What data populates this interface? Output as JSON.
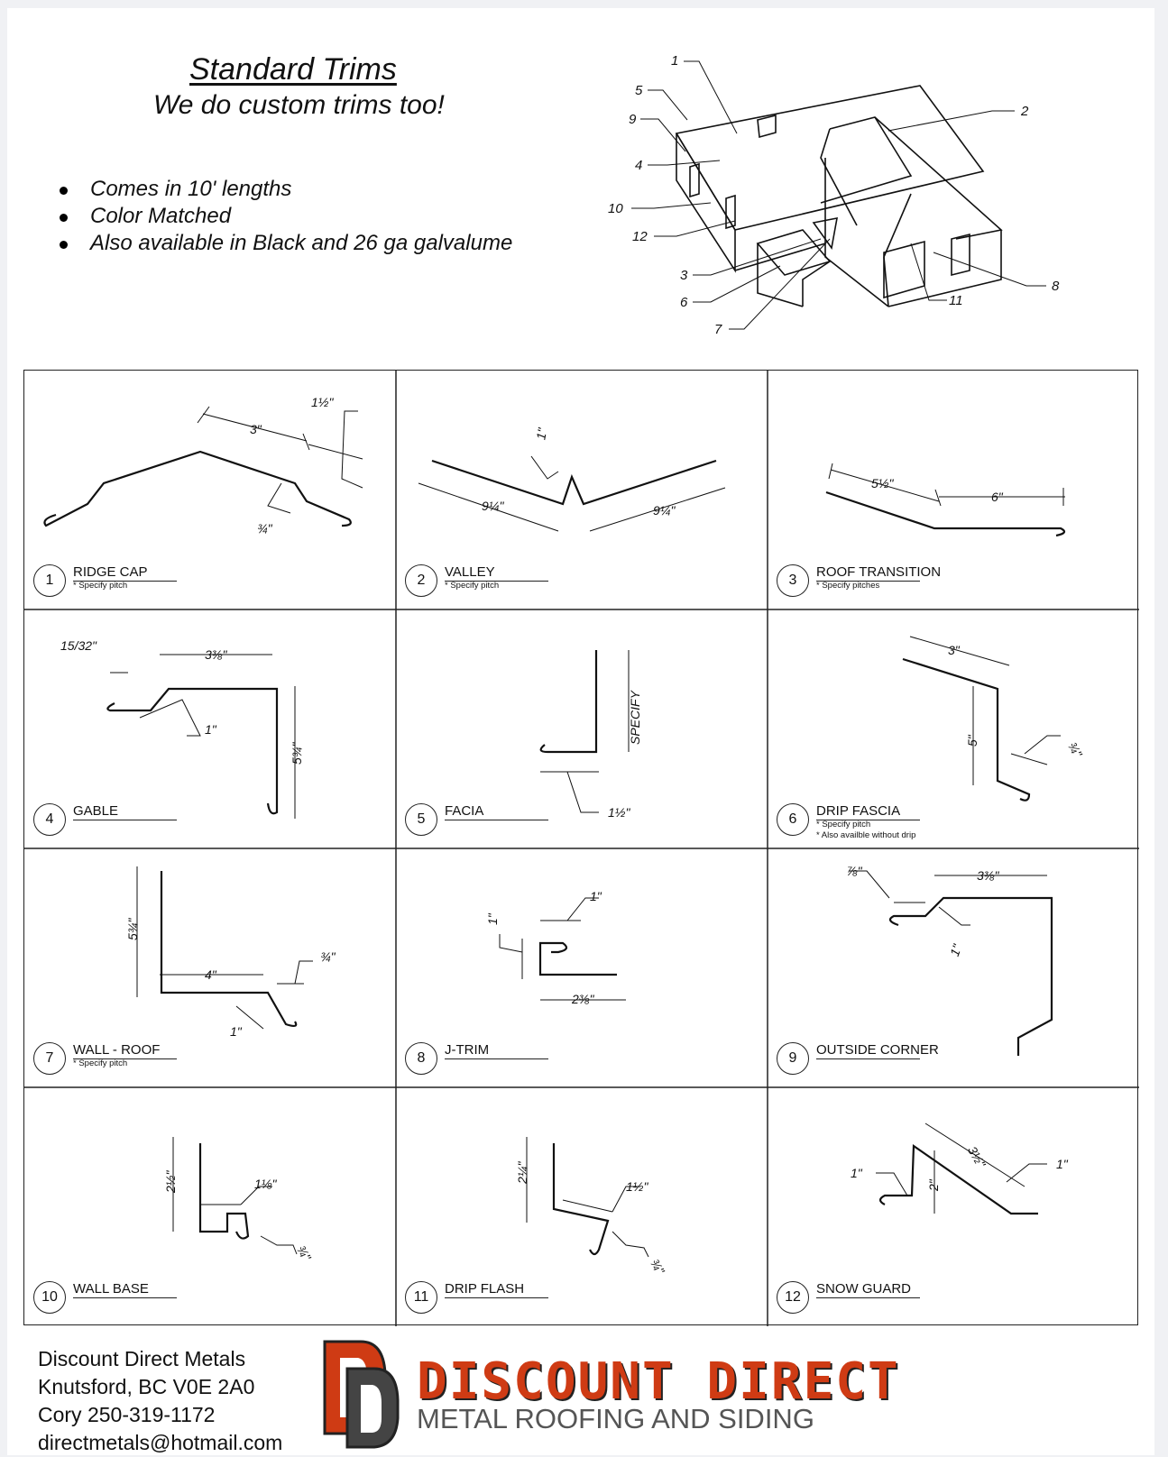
{
  "header": {
    "title": "Standard Trims",
    "subtitle": "We do custom trims too!",
    "bullets": [
      "Comes in 10' lengths",
      "Color Matched",
      "Also available in Black and 26 ga galvalume"
    ]
  },
  "house_diagram": {
    "callouts": [
      "1",
      "5",
      "9",
      "4",
      "10",
      "12",
      "3",
      "6",
      "7",
      "2",
      "8",
      "11"
    ]
  },
  "trims": [
    {
      "number": "1",
      "name": "RIDGE CAP",
      "notes": [
        "* Specify pitch"
      ]
    },
    {
      "number": "2",
      "name": "VALLEY",
      "notes": [
        "* Specify pitch"
      ]
    },
    {
      "number": "3",
      "name": "ROOF TRANSITION",
      "notes": [
        "* Specify pitches"
      ]
    },
    {
      "number": "4",
      "name": "GABLE",
      "notes": []
    },
    {
      "number": "5",
      "name": "FACIA",
      "notes": []
    },
    {
      "number": "6",
      "name": "DRIP FASCIA",
      "notes": [
        "* Specify pitch",
        "* Also availble without drip"
      ]
    },
    {
      "number": "7",
      "name": "WALL - ROOF",
      "notes": [
        "* Specify pitch"
      ]
    },
    {
      "number": "8",
      "name": "J-TRIM",
      "notes": []
    },
    {
      "number": "9",
      "name": "OUTSIDE CORNER",
      "notes": []
    },
    {
      "number": "10",
      "name": "WALL BASE",
      "notes": []
    },
    {
      "number": "11",
      "name": "DRIP FLASH",
      "notes": []
    },
    {
      "number": "12",
      "name": "SNOW GUARD",
      "notes": []
    }
  ],
  "dimensions": {
    "ridge_cap": [
      "3\"",
      "1½\"",
      "¾\""
    ],
    "valley": [
      "1\"",
      "9¼\"",
      "9¼\""
    ],
    "roof_transition": [
      "5½\"",
      "6\""
    ],
    "gable": [
      "15/32\"",
      "3⅜\"",
      "1\"",
      "5¾\""
    ],
    "facia": [
      "SPECIFY",
      "1½\""
    ],
    "drip_fascia": [
      "3\"",
      "5\"",
      "¾\""
    ],
    "wall_roof": [
      "5¾\"",
      "4\"",
      "¾\"",
      "1\""
    ],
    "j_trim": [
      "1\"",
      "1\"",
      "2⅜\""
    ],
    "outside_corner": [
      "⅞\"",
      "3⅜\"",
      "1\""
    ],
    "wall_base": [
      "2½\"",
      "1⅛\"",
      "¾\""
    ],
    "drip_flash": [
      "2¼\"",
      "1½\"",
      "¾\""
    ],
    "snow_guard": [
      "3½\"",
      "1\"",
      "2\"",
      "1\""
    ]
  },
  "contact": {
    "company": "Discount Direct Metals",
    "address": "Knutsford, BC V0E 2A0",
    "phone": "Cory 250-319-1172",
    "email": "directmetals@hotmail.com"
  },
  "logo": {
    "wordmark": "DISCOUNT DIRECT",
    "tagline": "METAL ROOFING AND SIDING",
    "brand_color": "#cf3b14"
  }
}
